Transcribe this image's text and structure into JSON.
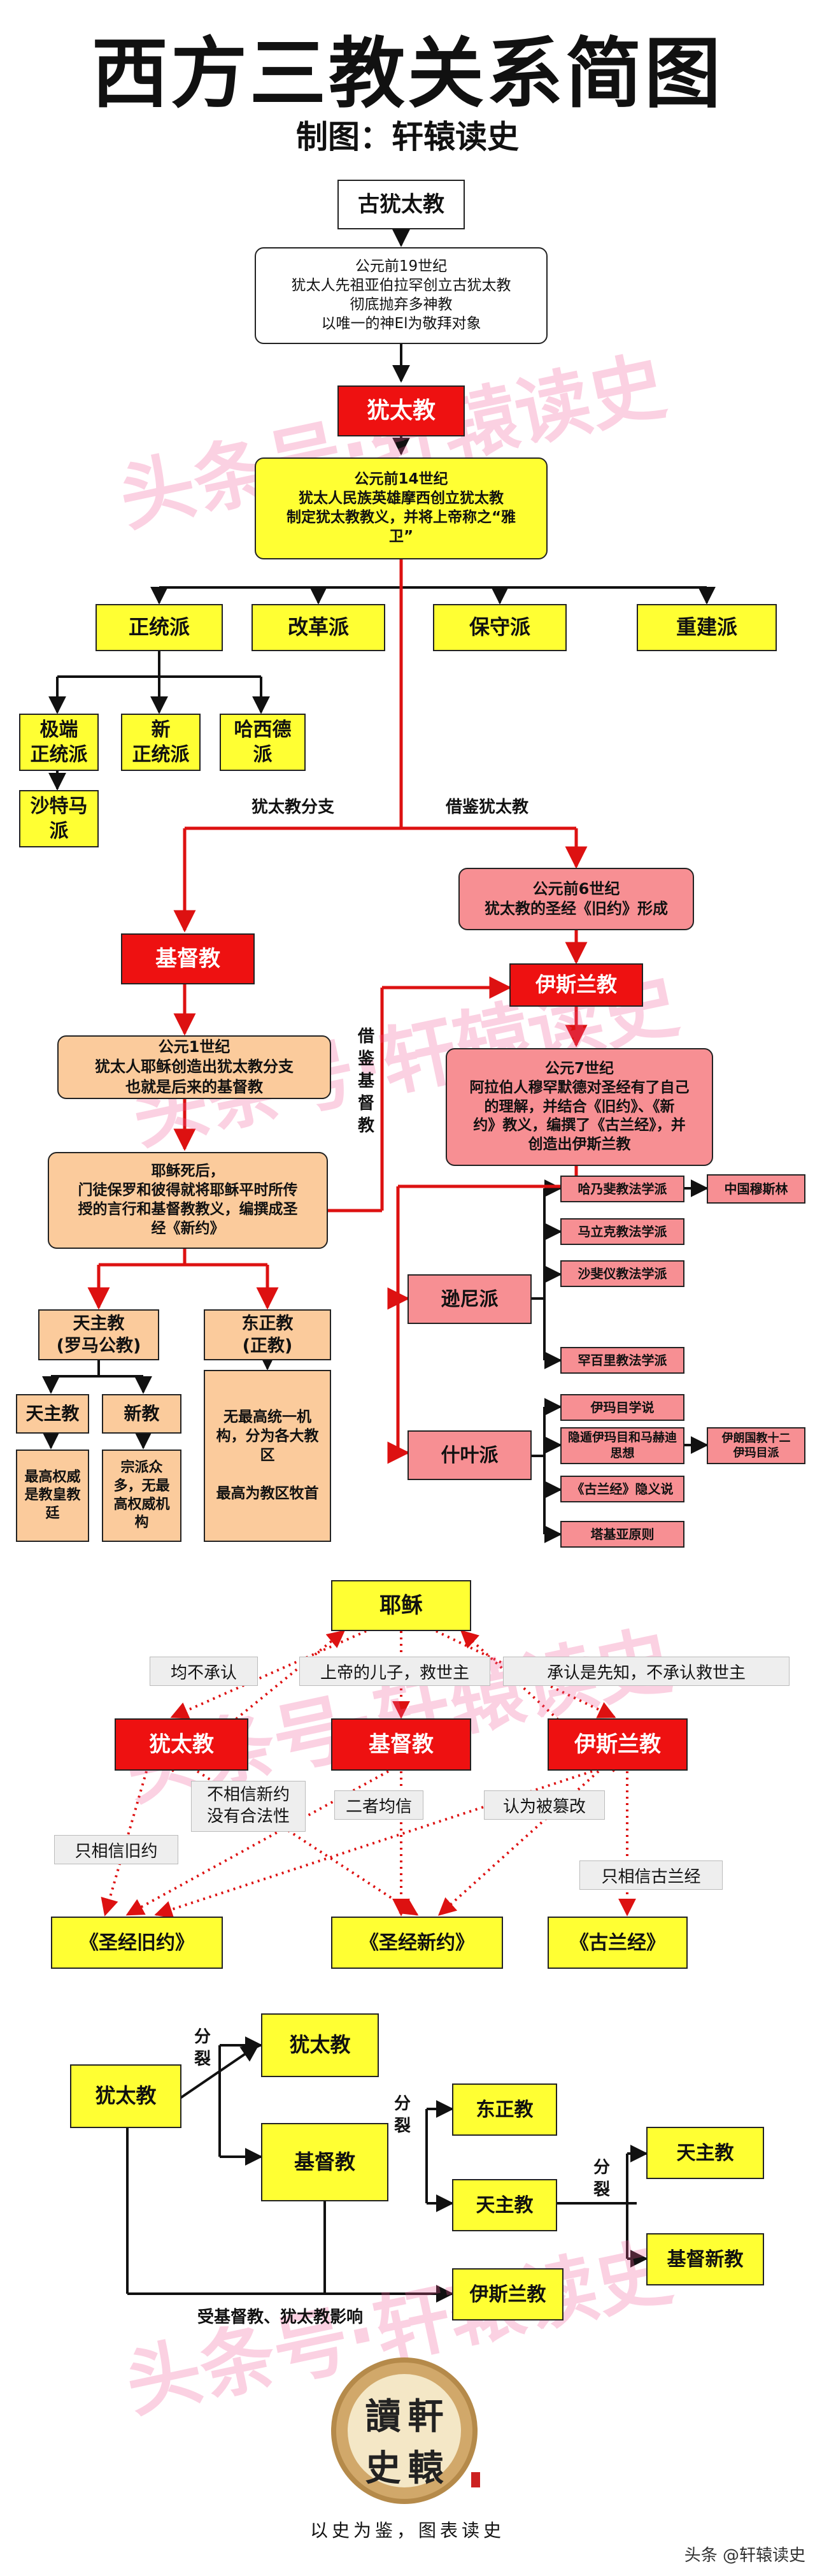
{
  "header": {
    "title": "西方三教关系简图",
    "subtitle": "制图：轩辕读史"
  },
  "section1": {
    "ancient_judaism": "古犹太教",
    "note_19c": "公元前19世纪\n犹太人先祖亚伯拉罕创立古犹太教\n彻底抛弃多神教\n以唯一的神El为敬拜对象",
    "judaism": "犹太教",
    "note_14c": "公元前14世纪\n犹太人民族英雄摩西创立犹太教\n制定犹太教教义，并将上帝称之“雅\n卫”",
    "orthodox": "正统派",
    "reform": "改革派",
    "conservative": "保守派",
    "reconstruction": "重建派",
    "extreme_orthodox": "极端\n正统派",
    "new_orthodox": "新\n正统派",
    "hasidic": "哈西德\n派",
    "satmar": "沙特马\n派",
    "branch_label": "犹太教分支",
    "borrow_judaism_label": "借鉴犹太教",
    "note_6c": "公元前6世纪\n犹太教的圣经《旧约》形成",
    "christianity": "基督教",
    "islam": "伊斯兰教",
    "borrow_christian_label": "借\n鉴\n基\n督\n教",
    "note_1c": "公元1世纪\n犹太人耶稣创造出犹太教分支\n也就是后来的基督教",
    "note_7c": "公元7世纪\n阿拉伯人穆罕默德对圣经有了自己\n的理解，并结合《旧约》、《新\n约》教义，编撰了《古兰经》，并\n创造出伊斯兰教",
    "note_jesus_death": "耶稣死后，\n门徒保罗和彼得就将耶稣平时所传\n授的言行和基督教教义，编撰成圣\n经《新约》",
    "catholic": "天主教\n(罗马公教)",
    "eastern_orthodox": "东正教\n(正教)",
    "catholic_sub": "天主教",
    "protestant": "新教",
    "catholic_desc": "最高权威\n是教皇教\n廷",
    "protestant_desc": "宗派众\n多，无最\n高权威机\n构",
    "orthodox_desc": "无最高统一机\n构，分为各大教\n区\n\n最高为教区牧首",
    "sunni": "逊尼派",
    "shia": "什叶派",
    "sunni_schools": [
      "哈乃斐教法学派",
      "马立克教法学派",
      "沙斐仪教法学派",
      "罕百里教法学派"
    ],
    "china_muslim": "中国穆斯林",
    "shia_schools": [
      "伊玛目学说",
      "隐遁伊玛目和马赫迪\n思想",
      "《古兰经》隐义说",
      "塔基亚原则"
    ],
    "iran_twelver": "伊朗国教十二\n伊玛目派"
  },
  "section2": {
    "jesus": "耶稣",
    "judaism": "犹太教",
    "christianity": "基督教",
    "islam": "伊斯兰教",
    "tag_deny": "均不承认",
    "tag_son": "上帝的儿子，救世主",
    "tag_prophet": "承认是先知，不承认救世主",
    "tag_no_legit": "不相信新约\n没有合法性",
    "tag_both": "二者均信",
    "tag_tampered": "认为被篡改",
    "tag_only_old": "只相信旧约",
    "tag_only_quran": "只相信古兰经",
    "old_testament": "《圣经旧约》",
    "new_testament": "《圣经新约》",
    "quran": "《古兰经》"
  },
  "section3": {
    "judaism_root": "犹太教",
    "judaism": "犹太教",
    "christianity": "基督教",
    "eastern_orthodox": "东正教",
    "catholic": "天主教",
    "islam": "伊斯兰教",
    "catholic_right": "天主教",
    "new_christianity": "基督新教",
    "split": "分\n裂",
    "influence": "受基督教、犹太教影响"
  },
  "footer": {
    "seal_chars": [
      "讀",
      "軒",
      "史",
      "轅"
    ],
    "motto": "以史为鉴，图表读史",
    "credit": "头条 @轩辕读史"
  },
  "watermark": "头条号·轩辕读史",
  "colors": {
    "yellow": "#ffff33",
    "red": "#ee1111",
    "pink": "#f78f93",
    "orange": "#fbcb9c",
    "line": "#111111",
    "red_line": "#dd1111"
  }
}
